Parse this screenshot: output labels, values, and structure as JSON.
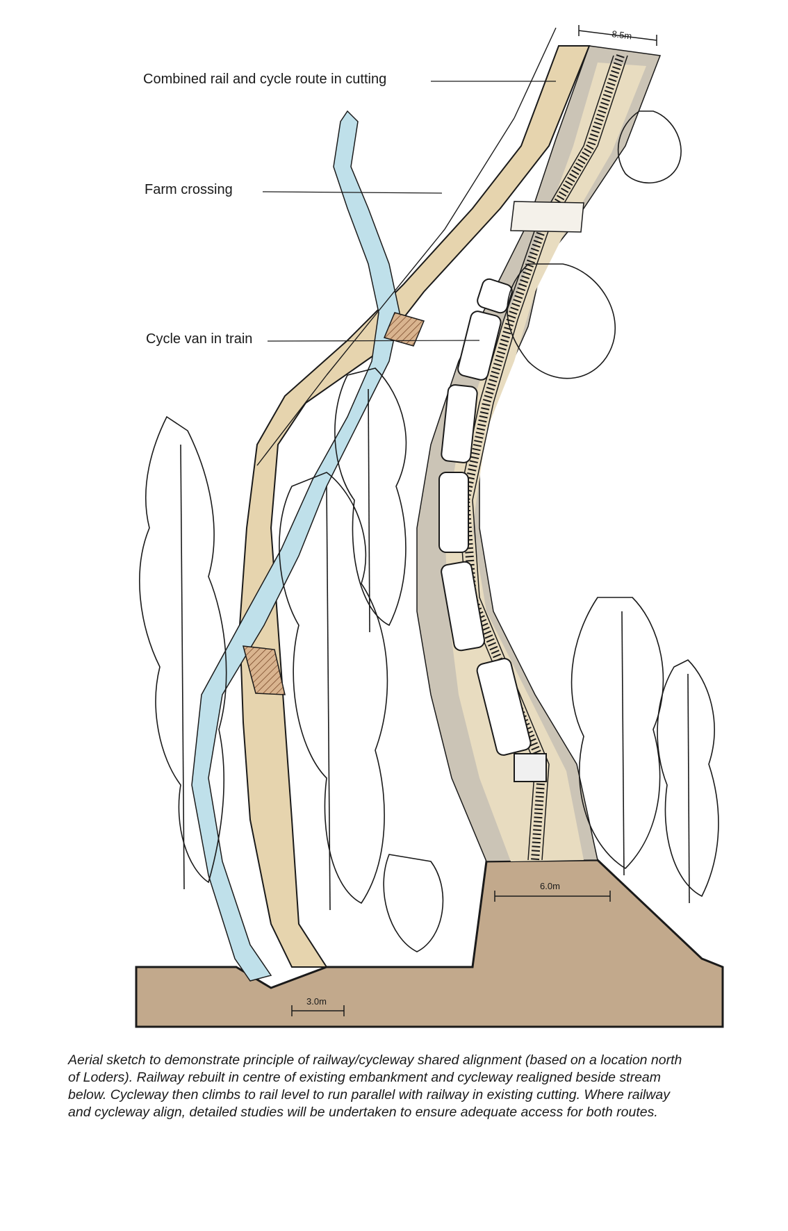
{
  "labels": {
    "combined_route": "Combined rail and cycle route in cutting",
    "farm_crossing": "Farm crossing",
    "cycle_van": "Cycle van in train"
  },
  "dimensions": {
    "top_width": "8.5m",
    "embankment_width": "6.0m",
    "cycleway_width": "3.0m"
  },
  "caption": "Aerial sketch to demonstrate principle of railway/cycleway shared alignment (based on a location north of Loders).  Railway rebuilt in centre of existing embankment and cycleway realigned beside stream below.  Cycleway then climbs to rail level to run parallel with railway in existing cutting.  Where railway and cycleway align, detailed studies will be undertaken to ensure adequate access for both routes.",
  "colors": {
    "cycleway": "#e6d4ae",
    "ground_section": "#c2a98c",
    "stream": "#bfe0ea",
    "trackbed": "#cbc4b6",
    "ink": "#1a1a1a"
  }
}
